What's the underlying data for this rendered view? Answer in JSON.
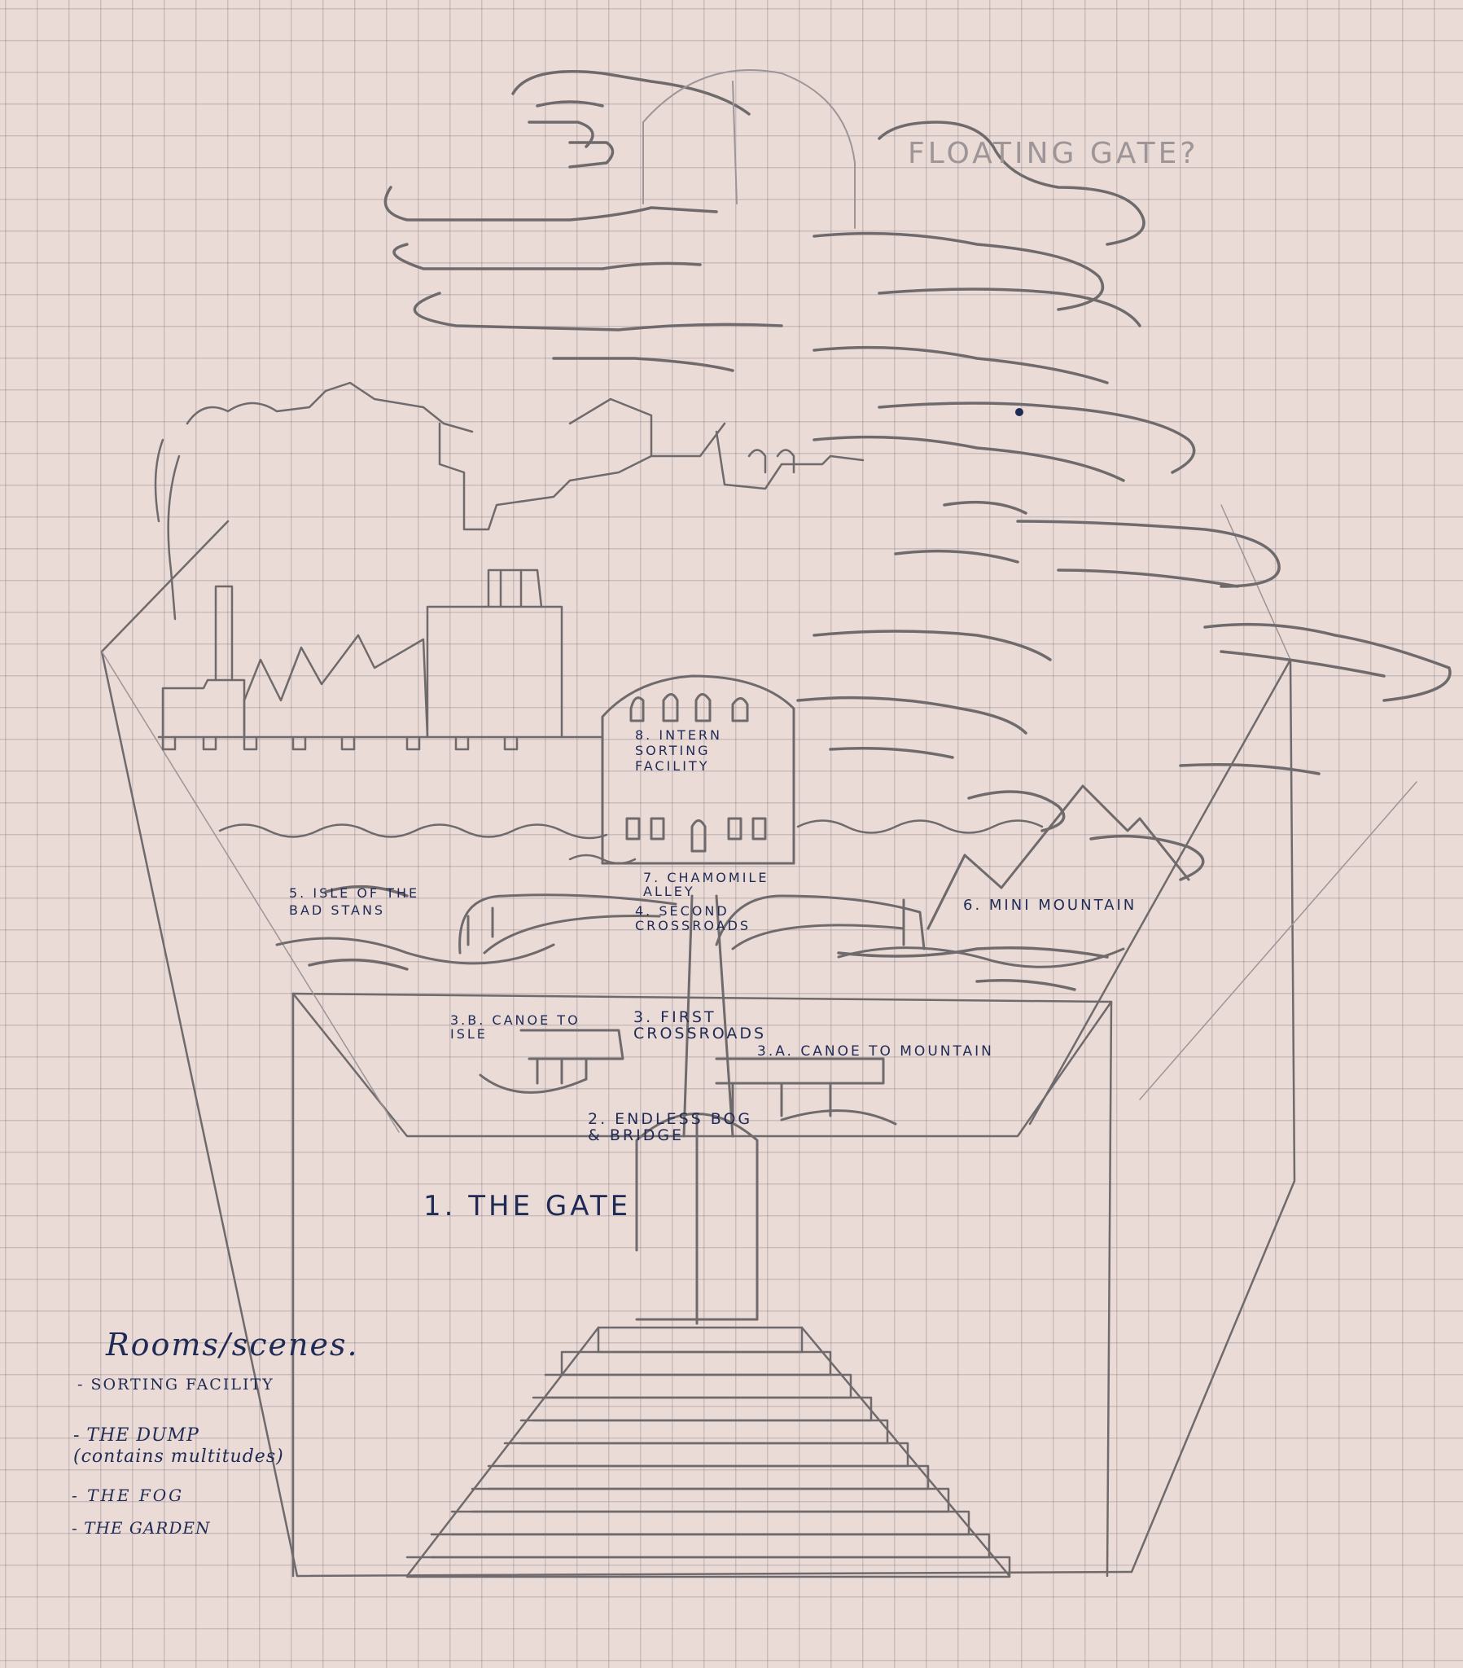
{
  "header_note": "FLOATING GATE?",
  "labels": {
    "gate": "1. THE GATE",
    "bog": "2. ENDLESS BOG\n& BRIDGE",
    "first_crossroads": "3. FIRST\nCROSSROADS",
    "canoe_mountain": "3.A. CANOE TO MOUNTAIN",
    "canoe_isle": "3.B. CANOE TO\nISLE",
    "second_crossroads": "4. SECOND\nCROSSROADS",
    "isle": "5. ISLE OF THE\nBAD STANS",
    "mountain": "6. MINI MOUNTAIN",
    "alley": "7. CHAMOMILE\nALLEY",
    "facility": "8. INTERN\nSORTING\nFACILITY"
  },
  "rooms": {
    "title": "Rooms/scenes.",
    "items": [
      "- SORTING FACILITY",
      "- THE DUMP\n(contains multitudes)",
      "- THE FOG",
      "- THE GARDEN"
    ]
  },
  "colors": {
    "paper": "#eadbd7",
    "pencil": "#6f6a6c",
    "ink": "#1f2a55"
  }
}
